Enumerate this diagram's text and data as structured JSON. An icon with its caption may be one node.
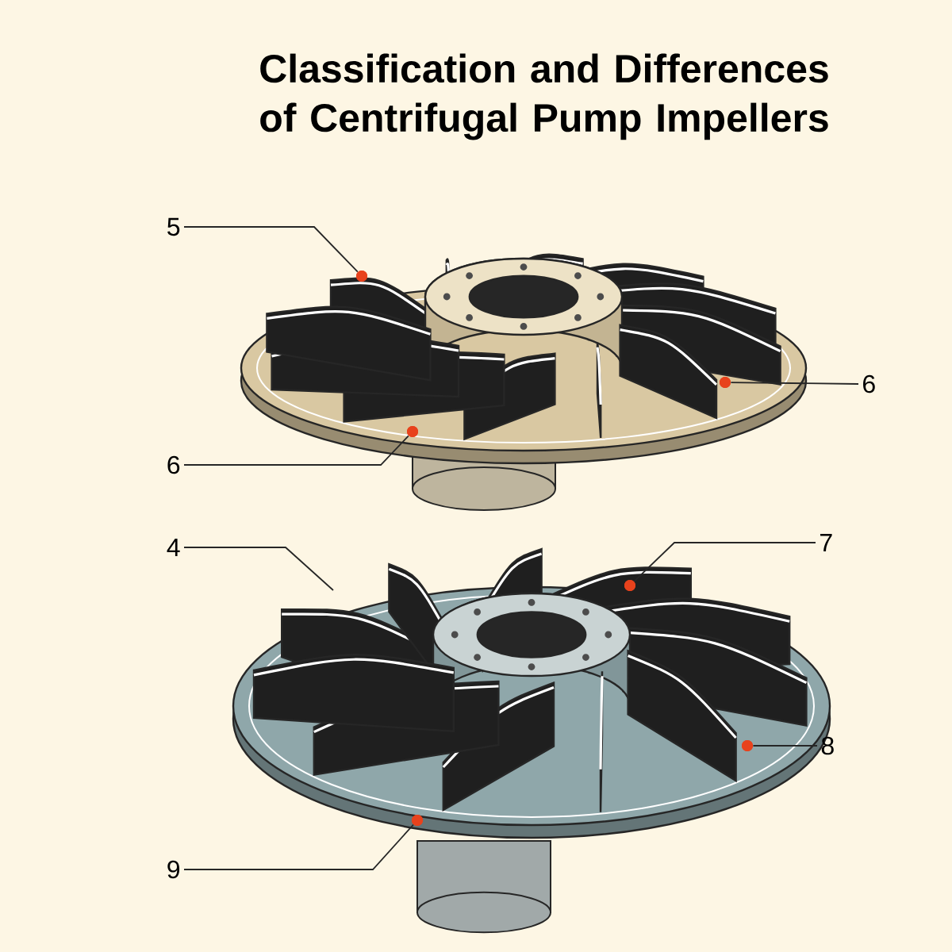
{
  "diagram": {
    "title": "Classification and Differences of Centrifugal Pump Impellers",
    "nodes": [
      {
        "text": [
          "5"
        ]
      },
      {
        "text": [
          "6"
        ]
      },
      {
        "text": [
          "6"
        ]
      },
      {
        "text": [
          "4"
        ]
      },
      {
        "text": [
          "7"
        ]
      },
      {
        "text": [
          "8"
        ]
      },
      {
        "text": [
          "9"
        ]
      },
      {
        "text": [],
        "shape": "circle"
      },
      {
        "text": [],
        "shape": "circle"
      },
      {
        "text": [],
        "shape": "circle"
      },
      {
        "text": [],
        "shape": "circle"
      },
      {
        "text": [],
        "shape": "circle"
      },
      {
        "text": [],
        "shape": "circle"
      }
    ],
    "edges": [
      {
        "from": 0,
        "to": 7,
        "arrow": "none"
      },
      {
        "from": 1,
        "to": 9,
        "arrow": "none"
      },
      {
        "from": 2,
        "to": 8,
        "arrow": "none"
      },
      {
        "from": 3,
        "to": null,
        "arrow": "none"
      },
      {
        "from": 4,
        "to": 10,
        "arrow": "none"
      },
      {
        "from": 5,
        "to": 11,
        "arrow": "none"
      },
      {
        "from": 6,
        "to": 12,
        "arrow": "none"
      }
    ]
  }
}
